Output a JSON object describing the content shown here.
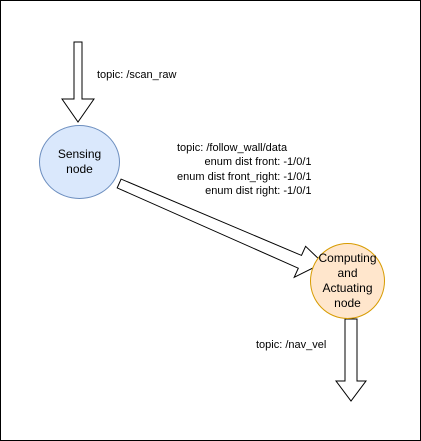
{
  "colors": {
    "sensing_fill": "#dae8fc",
    "sensing_stroke": "#6c8ebf",
    "computing_fill": "#ffe6cc",
    "computing_stroke": "#d79b00",
    "arrow_stroke": "#000000",
    "arrow_fill": "#ffffff"
  },
  "nodes": {
    "sensing": {
      "line1": "Sensing",
      "line2": "node"
    },
    "computing": {
      "line1": "Computing",
      "line2": "and",
      "line3": "Actuating",
      "line4": "node"
    }
  },
  "edges": {
    "scan": {
      "label": "topic: /scan_raw"
    },
    "follow": {
      "topic": "topic: /follow_wall/data",
      "field1": "enum dist front: -1/0/1",
      "field2": "enum dist front_right: -1/0/1",
      "field3": "enum dist right: -1/0/1"
    },
    "nav": {
      "label": "topic: /nav_vel"
    }
  }
}
